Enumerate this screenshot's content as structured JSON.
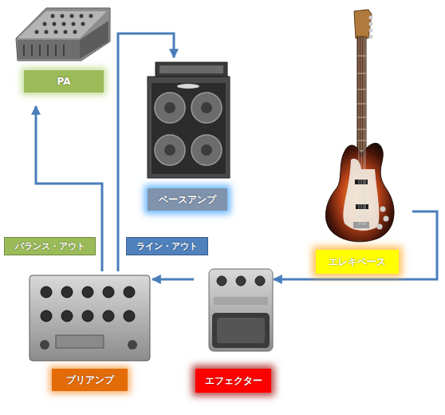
{
  "diagram": {
    "nodes": [
      {
        "text": [
          "PA"
        ]
      },
      {
        "text": [
          "ベースアンプ"
        ]
      },
      {
        "text": [
          "エレキベース"
        ]
      },
      {
        "text": [
          "プリアンプ"
        ]
      },
      {
        "text": [
          "エフェクター"
        ]
      }
    ],
    "edges": [
      {
        "from": 2,
        "to": 4,
        "arrow": "to"
      },
      {
        "from": 4,
        "to": 3,
        "arrow": "to"
      },
      {
        "from": 3,
        "to": 0,
        "label": "バランス・アウト",
        "arrow": "to"
      },
      {
        "from": 3,
        "to": 1,
        "label": "ライン・アウト",
        "arrow": "to"
      }
    ]
  }
}
